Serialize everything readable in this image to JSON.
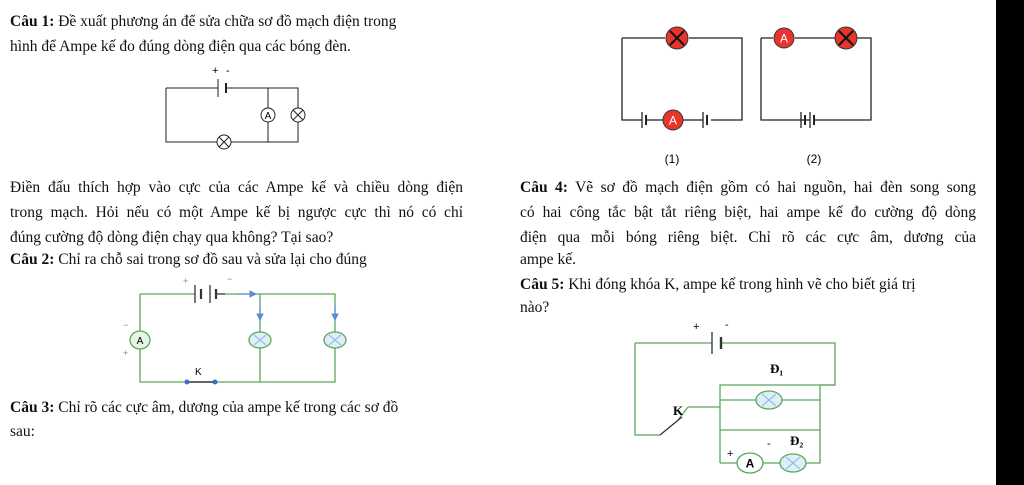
{
  "cau1": {
    "label": "Câu 1:",
    "line1": " Đề xuất phương án để sửa chữa sơ đồ mạch điện trong",
    "line2": "hình để Ampe kế đo đúng dòng điện qua các bóng đèn.",
    "fig_plus": "+",
    "fig_minus": "-",
    "ammeter": "A"
  },
  "middle_para": {
    "line1": "Điền đấu thích hợp vào cực của các Ampe kế và chiều dòng điện",
    "line2": "trong mạch. Hỏi nếu có một Ampe kế bị ngược cực thì nó có chỉ",
    "line3": "đúng cường độ dòng điện chạy qua không? Tại sao?"
  },
  "cau2": {
    "label": "Câu 2:",
    "text": " Chỉ ra chỗ sai trong sơ đồ sau và sửa lại cho đúng",
    "fig_plus": "+",
    "fig_minus": "−",
    "amm_minus": "−",
    "amm_plus": "+",
    "ammeter": "A",
    "switch": "K"
  },
  "cau3": {
    "label": "Câu 3:",
    "line1": " Chỉ rõ các cực âm, dương của ampe kế trong các sơ đồ",
    "line2": "sau:"
  },
  "right_figs": {
    "ammeter1": "A",
    "ammeter2": "A",
    "caption1": "(1)",
    "caption2": "(2)"
  },
  "cau4": {
    "label": "Câu 4:",
    "line1": " Vẽ sơ đồ mạch điện gồm có hai nguồn, hai đèn song song",
    "line2": "có hai công tắc bật tắt riêng biệt, hai ampe kế đo cường độ dòng",
    "line3": "điện qua mỗi bóng riêng biệt. Chỉ rõ các cực âm, dương của",
    "line4": "ampe kế."
  },
  "cau5": {
    "label": "Câu 5:",
    "line1": " Khi đóng khóa K, ampe kế trong hình vẽ cho biết giá trị",
    "line2": "nào?",
    "fig_plus": "+",
    "fig_minus": "-",
    "lamp1": "Đ₁",
    "lamp2": "Đ₂",
    "switch": "K",
    "amm_plus": "+",
    "amm_minus": "-",
    "ammeter": "A"
  }
}
